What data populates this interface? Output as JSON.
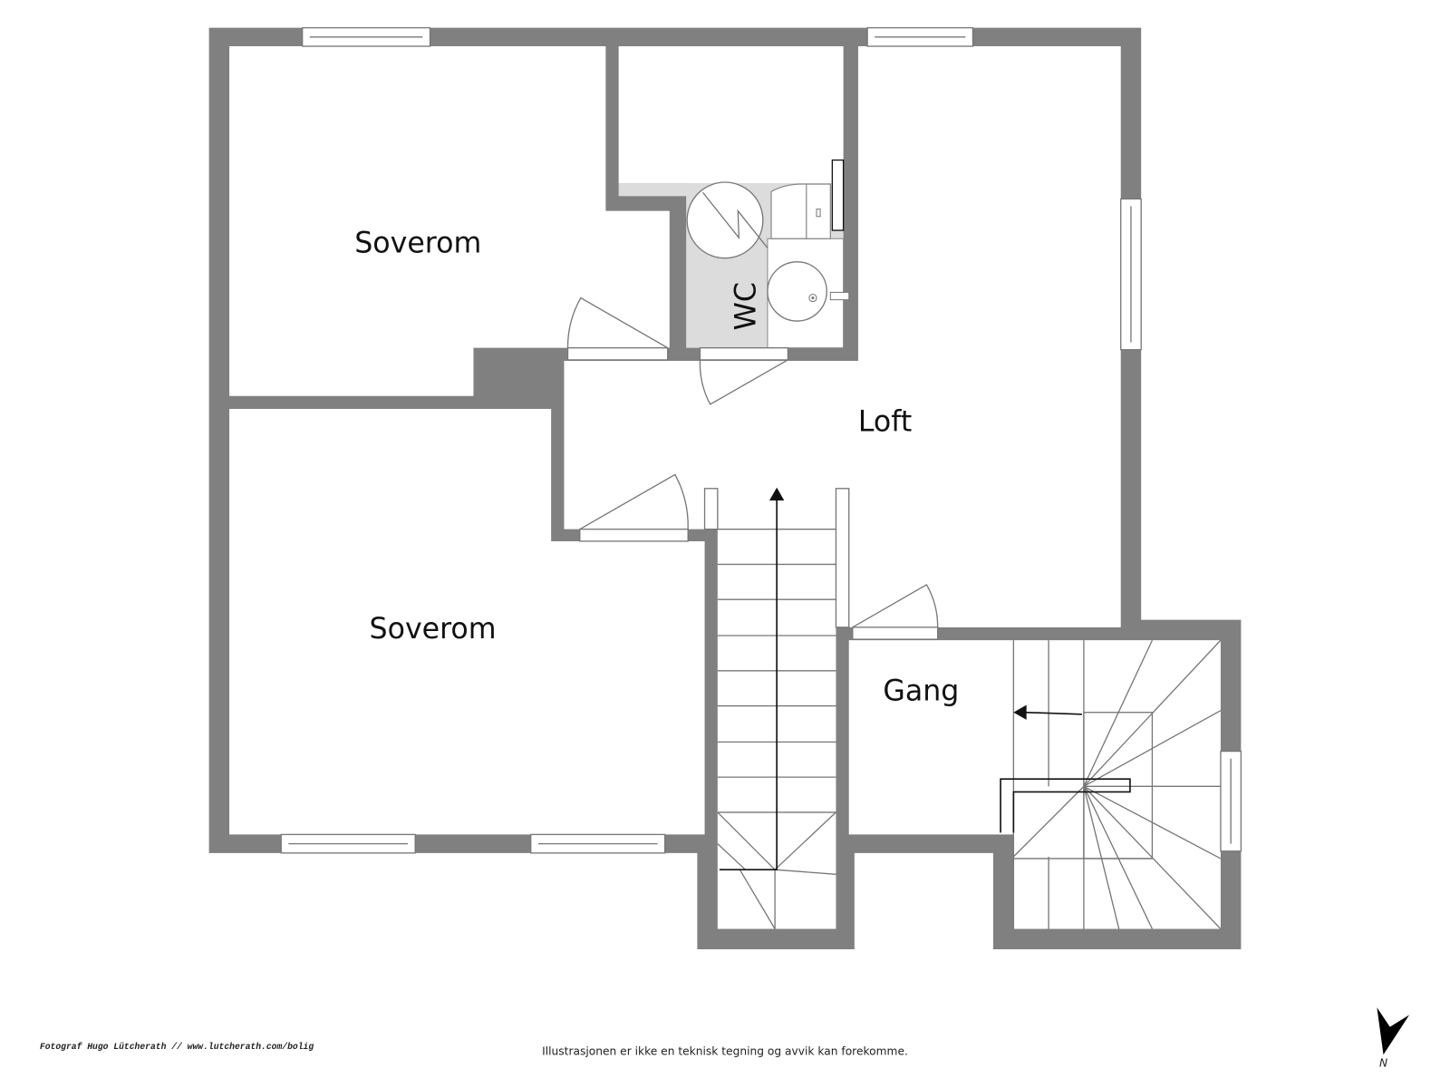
{
  "plan": {
    "rooms": [
      {
        "id": "bedroom-top",
        "label": "Soverom"
      },
      {
        "id": "bedroom-bottom",
        "label": "Soverom"
      },
      {
        "id": "wc",
        "label": "WC"
      },
      {
        "id": "loft",
        "label": "Loft"
      },
      {
        "id": "hall",
        "label": "Gang"
      }
    ],
    "colors": {
      "wall": "#808080",
      "wet_room": "#dcdcdc",
      "background": "#ffffff"
    }
  },
  "footer": {
    "credit": "Fotograf Hugo Lütcherath // www.lutcherath.com/bolig",
    "disclaimer": "Illustrasjonen er ikke en teknisk tegning og avvik kan forekomme."
  },
  "compass": {
    "label": "N",
    "icon": "north-arrow-icon"
  }
}
